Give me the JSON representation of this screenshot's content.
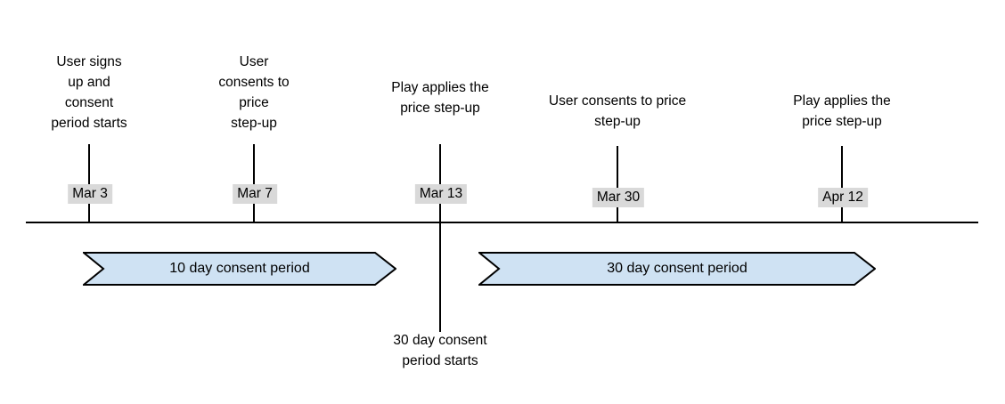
{
  "diagram": {
    "events": [
      {
        "date": "Mar 3",
        "label": "User signs\nup and\nconsent\nperiod starts"
      },
      {
        "date": "Mar 7",
        "label": "User\nconsents to\nprice\nstep-up"
      },
      {
        "date": "Mar 13",
        "label": "Play applies the\nprice step-up",
        "below_label": "30 day consent\nperiod starts"
      },
      {
        "date": "Mar 30",
        "label": "User consents to price\nstep-up"
      },
      {
        "date": "Apr 12",
        "label": "Play applies the\nprice step-up"
      }
    ],
    "banners": [
      {
        "label": "10 day consent period"
      },
      {
        "label": "30 day consent period"
      }
    ],
    "colors": {
      "background": "#ffffff",
      "text": "#000000",
      "line": "#000000",
      "date_badge_bg": "#d9d9d9",
      "banner_fill": "#cfe2f3",
      "banner_border": "#000000"
    }
  }
}
